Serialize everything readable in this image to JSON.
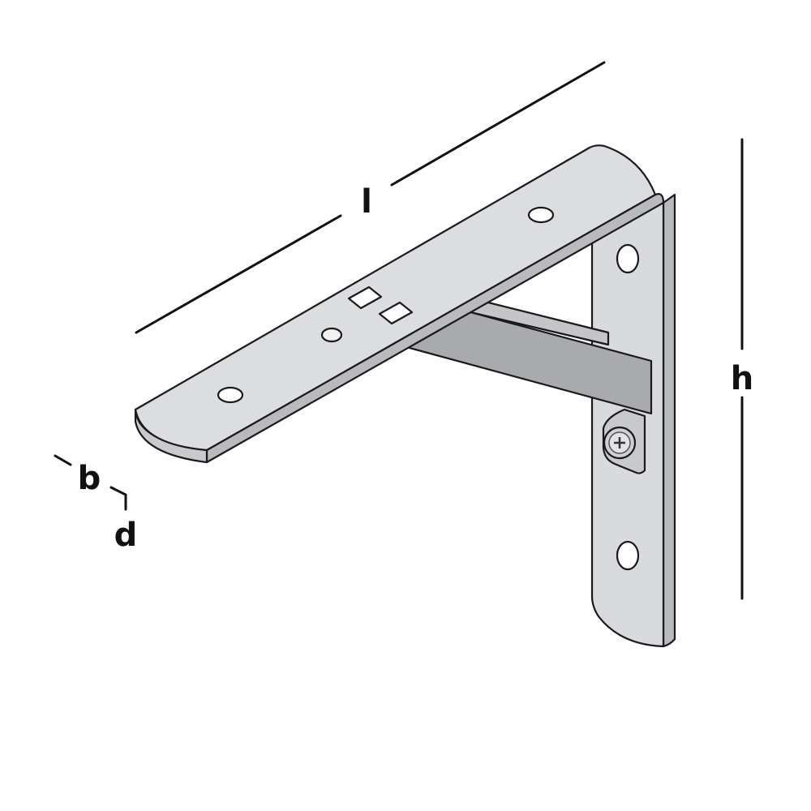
{
  "dimensions": {
    "length_label": "l",
    "height_label": "h",
    "width_label": "b",
    "thickness_label": "d"
  },
  "colors": {
    "steel_light": "#dfe0e3",
    "steel_mid": "#cfd0d4",
    "steel_dark": "#a9aaae",
    "steel_shadow": "#8e8f93",
    "outline": "#1a1a1a",
    "hole": "#ffffff"
  }
}
